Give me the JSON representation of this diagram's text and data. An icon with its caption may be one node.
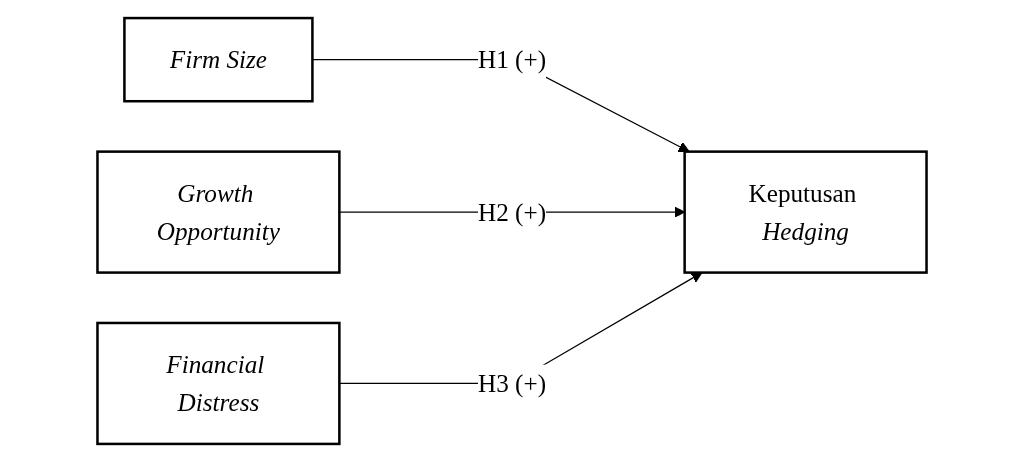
{
  "diagram": {
    "nodes": [
      {
        "text": [
          "Firm Size"
        ]
      },
      {
        "text": [
          "Growth Opportunity"
        ]
      },
      {
        "text": [
          "Financial Distress"
        ]
      },
      {
        "text": [
          "Keputusan *Hedging*"
        ]
      }
    ],
    "edges": [
      {
        "from": 0,
        "to": 3,
        "arrow": "to",
        "label": "H1 (+)"
      },
      {
        "from": 1,
        "to": 3,
        "arrow": "to",
        "label": "H2 (+)"
      },
      {
        "from": 2,
        "to": 3,
        "arrow": "to",
        "label": "H3 (+)"
      }
    ]
  }
}
